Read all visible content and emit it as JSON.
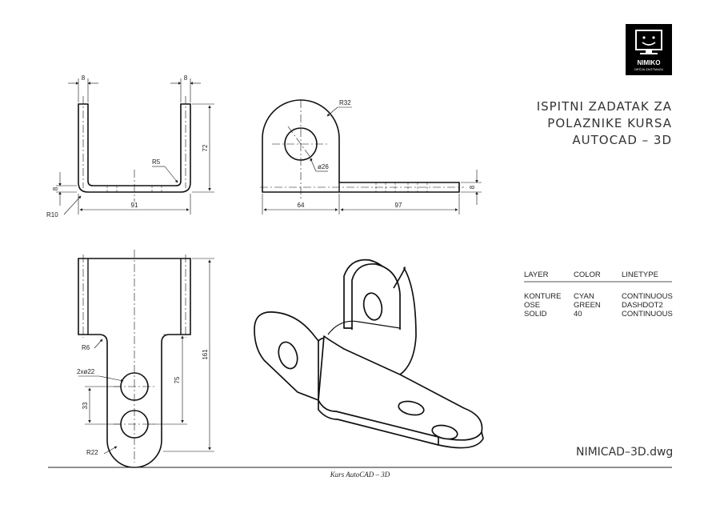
{
  "title_block": {
    "line1": "ISPITNI ZADATAK ZA",
    "line2": "POLAZNIKE KURSA",
    "line3": "AUTOCAD – 3D"
  },
  "logo": {
    "name": "NIMIKO",
    "subtitle": "DEČJA ZAGTMAZA",
    "icon": "smiley-monitor-icon"
  },
  "layers": {
    "headers": [
      "LAYER",
      "COLOR",
      "LINETYPE"
    ],
    "rows": [
      [
        "KONTURE",
        "CYAN",
        "CONTINUOUS"
      ],
      [
        "OSE",
        "GREEN",
        "DASHDOT2"
      ],
      [
        "SOLID",
        "40",
        "CONTINUOUS"
      ]
    ]
  },
  "filename": "NIMICAD–3D.dwg",
  "footer": "Kurs AutoCAD – 3D",
  "dimensions": {
    "front": {
      "wall_left": "8",
      "wall_right": "8",
      "height": "72",
      "base": "8",
      "inner_radius": "R5",
      "outer_radius": "R10",
      "width": "91"
    },
    "side": {
      "radius": "R32",
      "hole": "ø26",
      "left_len": "64",
      "right_len": "97",
      "thickness": "8"
    },
    "top": {
      "fillet": "R6",
      "holes": "2xø22",
      "spacing": "33",
      "offset": "75",
      "total": "161",
      "end_radius": "R22"
    }
  }
}
